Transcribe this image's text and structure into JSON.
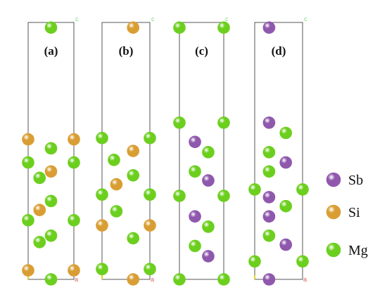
{
  "colors": {
    "Sb": "#8f58ad",
    "Si": "#d99e33",
    "Mg": "#6ccf1e",
    "axis_c": "#7ddc7a",
    "axis_a": "#e45d5d",
    "axis_b": "#e3d22e"
  },
  "axis_letters": {
    "c": "c",
    "a": "a"
  },
  "panels": [
    {
      "label": "(a)",
      "atoms": [
        [
          "Mg",
          0.5,
          0.98
        ],
        [
          "Si",
          0.0,
          0.545
        ],
        [
          "Si",
          1.0,
          0.545
        ],
        [
          "Mg",
          0.5,
          0.51
        ],
        [
          "Mg",
          0.0,
          0.455
        ],
        [
          "Mg",
          1.0,
          0.455
        ],
        [
          "Si",
          0.5,
          0.42
        ],
        [
          "Mg",
          0.25,
          0.395
        ],
        [
          "Mg",
          0.5,
          0.305
        ],
        [
          "Si",
          0.25,
          0.27
        ],
        [
          "Mg",
          0.0,
          0.23
        ],
        [
          "Mg",
          1.0,
          0.23
        ],
        [
          "Mg",
          0.5,
          0.17
        ],
        [
          "Mg",
          0.25,
          0.145
        ],
        [
          "Si",
          0.0,
          0.035
        ],
        [
          "Si",
          1.0,
          0.035
        ],
        [
          "Mg",
          0.5,
          0.0
        ]
      ]
    },
    {
      "label": "(b)",
      "atoms": [
        [
          "Si",
          0.65,
          0.98
        ],
        [
          "Mg",
          0.0,
          0.55
        ],
        [
          "Mg",
          1.0,
          0.55
        ],
        [
          "Si",
          0.65,
          0.5
        ],
        [
          "Mg",
          0.25,
          0.465
        ],
        [
          "Mg",
          0.65,
          0.405
        ],
        [
          "Si",
          0.3,
          0.37
        ],
        [
          "Mg",
          0.0,
          0.33
        ],
        [
          "Mg",
          1.0,
          0.33
        ],
        [
          "Mg",
          0.3,
          0.265
        ],
        [
          "Si",
          0.0,
          0.21
        ],
        [
          "Si",
          1.0,
          0.21
        ],
        [
          "Mg",
          0.65,
          0.16
        ],
        [
          "Mg",
          0.0,
          0.04
        ],
        [
          "Mg",
          1.0,
          0.04
        ],
        [
          "Si",
          0.65,
          0.0
        ]
      ]
    },
    {
      "label": "(c)",
      "atoms": [
        [
          "Mg",
          0.0,
          0.98
        ],
        [
          "Mg",
          1.0,
          0.98
        ],
        [
          "Mg",
          0.0,
          0.61
        ],
        [
          "Mg",
          1.0,
          0.61
        ],
        [
          "Sb",
          0.35,
          0.535
        ],
        [
          "Mg",
          0.65,
          0.495
        ],
        [
          "Mg",
          0.35,
          0.42
        ],
        [
          "Sb",
          0.65,
          0.385
        ],
        [
          "Mg",
          0.0,
          0.325
        ],
        [
          "Mg",
          1.0,
          0.325
        ],
        [
          "Sb",
          0.35,
          0.245
        ],
        [
          "Mg",
          0.65,
          0.205
        ],
        [
          "Mg",
          0.35,
          0.13
        ],
        [
          "Sb",
          0.65,
          0.09
        ],
        [
          "Mg",
          0.0,
          0.0
        ],
        [
          "Mg",
          1.0,
          0.0
        ]
      ]
    },
    {
      "label": "(d)",
      "atoms": [
        [
          "Sb",
          0.3,
          0.98
        ],
        [
          "Sb",
          0.3,
          0.61
        ],
        [
          "Mg",
          0.65,
          0.57
        ],
        [
          "Mg",
          0.3,
          0.495
        ],
        [
          "Sb",
          0.65,
          0.455
        ],
        [
          "Mg",
          0.3,
          0.42
        ],
        [
          "Mg",
          0.0,
          0.35
        ],
        [
          "Mg",
          1.0,
          0.35
        ],
        [
          "Sb",
          0.3,
          0.32
        ],
        [
          "Mg",
          0.65,
          0.285
        ],
        [
          "Sb",
          0.3,
          0.245
        ],
        [
          "Mg",
          0.3,
          0.17
        ],
        [
          "Sb",
          0.65,
          0.135
        ],
        [
          "Mg",
          0.0,
          0.07
        ],
        [
          "Mg",
          1.0,
          0.07
        ],
        [
          "Sb",
          0.3,
          0.0
        ]
      ]
    }
  ],
  "legend": [
    {
      "element": "Sb",
      "label": "Sb"
    },
    {
      "element": "Si",
      "label": "Si"
    },
    {
      "element": "Mg",
      "label": "Mg"
    }
  ]
}
